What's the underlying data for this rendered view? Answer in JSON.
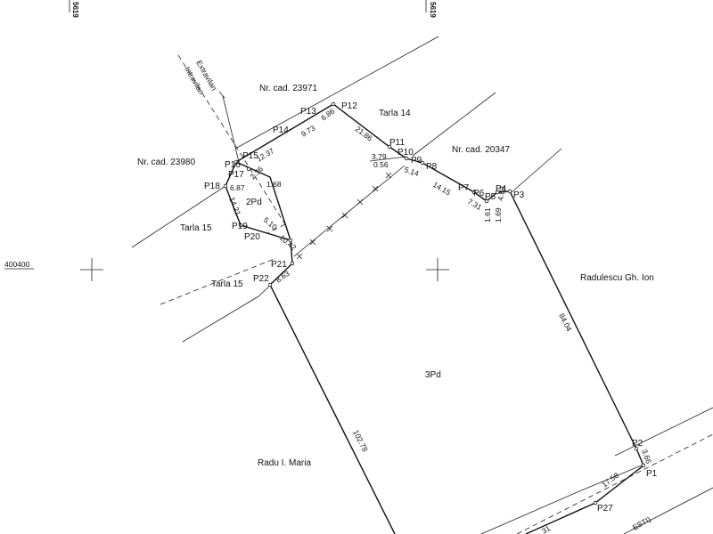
{
  "grid_labels": {
    "x_top_left": "5619",
    "x_top_right": "5619",
    "y_left": "400400"
  },
  "points": {
    "P1": "P1",
    "P2": "P2",
    "P3": "P3",
    "P4": "P4",
    "P5": "P5",
    "P6": "P6",
    "P7": "P7",
    "P8": "P8",
    "P9": "P9",
    "P10": "P10",
    "P11": "P11",
    "P12": "P12",
    "P13": "P13",
    "P14": "P14",
    "P15": "P15",
    "P16": "P16",
    "P17": "P17",
    "P18": "P18",
    "P19": "P19",
    "P20": "P20",
    "P21": "P21",
    "P22": "P22",
    "P27": "P27"
  },
  "distances": {
    "p1_p2": "3.66",
    "p2_p3": "84.04",
    "p3_p4": "4.83",
    "p4_p5": "1.69",
    "p5_p6": "1.61",
    "p6_p7": "7.31",
    "p7_p8": "14.15",
    "p8_p9": "5.14",
    "p9_p10": "0.56",
    "p10_p11": "3.79",
    "p11_p12": "21.86",
    "p12_p13": "6.86",
    "p13_p14": "9.73",
    "p14_p15": "12.37",
    "p16_p17": "2.36",
    "p17_p15": "1.68",
    "p17_p18": "6.87",
    "p18_p19": "14.21",
    "p19_p20": "5.10",
    "p20_p21": "10.42",
    "p21_p22": "8.63",
    "p22_south": "102.78",
    "p1_p27": "17.58"
  },
  "parcels": {
    "parcel_2": "2Pd",
    "parcel_3": "3Pd"
  },
  "neighbours": {
    "cad_23971": "Nr. cad. 23971",
    "cad_23980": "Nr. cad. 23980",
    "cad_20347": "Nr. cad. 20347",
    "tarla_14": "Tarla 14",
    "tarla_15_a": "Tarla 15",
    "tarla_15_b": "Tarla 15",
    "owner_east": "Radulescu Gh. Ion",
    "owner_south": "Radu I. Maria",
    "road": "ESTI)",
    "bottom_partial": "31"
  },
  "zones": {
    "extravilan": "Extravilan",
    "intravilan": "Intravilan"
  }
}
